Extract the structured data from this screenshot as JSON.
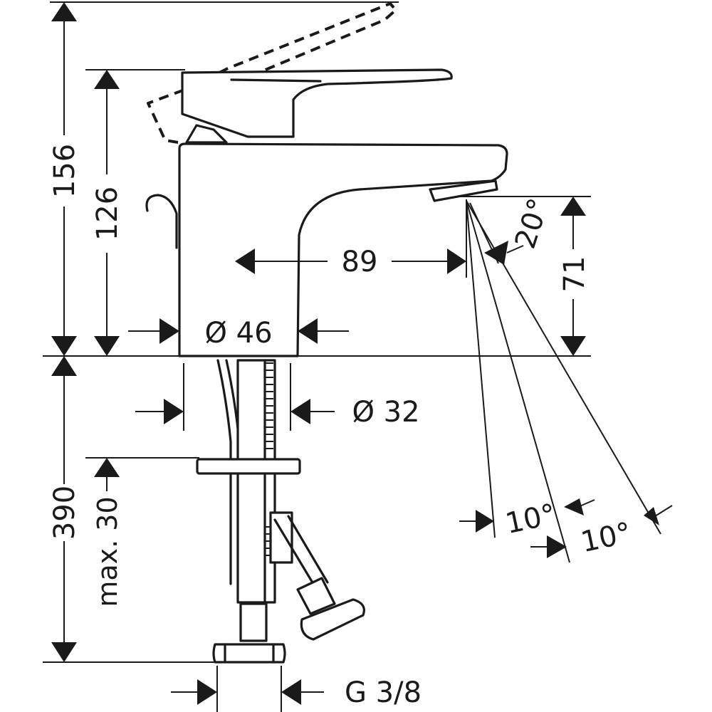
{
  "dimensions": {
    "total_height": "156",
    "lever_height": "126",
    "spout_projection": "89",
    "spout_clearance": "71",
    "jet_angle": "20°",
    "body_diameter": "Ø 46",
    "shank_diameter": "Ø 32",
    "hose_length": "390",
    "max_deck": "max. 30",
    "connection_thread": "G 3/8",
    "spray_angle_1": "10°",
    "spray_angle_2": "10°"
  },
  "colors": {
    "ink": "#1a1a1a",
    "background": "#ffffff"
  }
}
